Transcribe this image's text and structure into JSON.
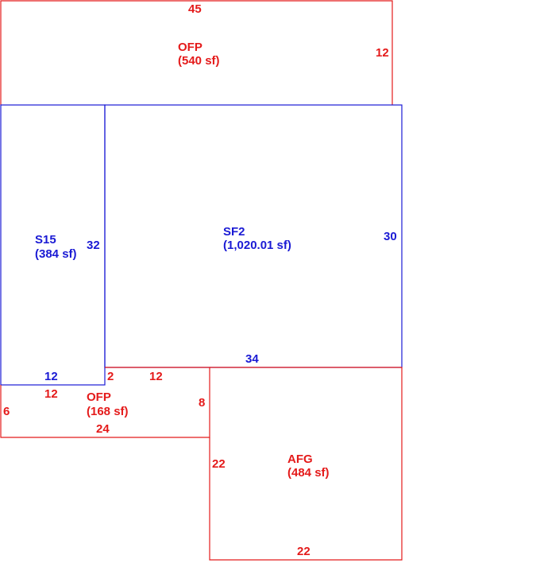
{
  "colors": {
    "red": "#e41a1a",
    "blue": "#1a1ad4"
  },
  "areas": {
    "ofp_top": {
      "code": "OFP",
      "area": "(540 sf)"
    },
    "s15": {
      "code": "S15",
      "area": "(384 sf)"
    },
    "sf2": {
      "code": "SF2",
      "area": "(1,020.01 sf)"
    },
    "ofp_bottom": {
      "code": "OFP",
      "area": "(168 sf)"
    },
    "afg": {
      "code": "AFG",
      "area": "(484 sf)"
    }
  },
  "dimensions": {
    "ofp_top_top": "45",
    "ofp_top_right": "12",
    "s15_right": "32",
    "s15_bottom": "12",
    "sf2_right": "30",
    "sf2_bottom": "34",
    "ofp_bottom_top_left": "12",
    "ofp_bottom_left": "6",
    "ofp_bottom_bottom": "24",
    "ofp_bottom_top_short": "2",
    "ofp_bottom_top_right": "12",
    "ofp_bottom_right": "8",
    "afg_left": "22",
    "afg_bottom": "22"
  }
}
